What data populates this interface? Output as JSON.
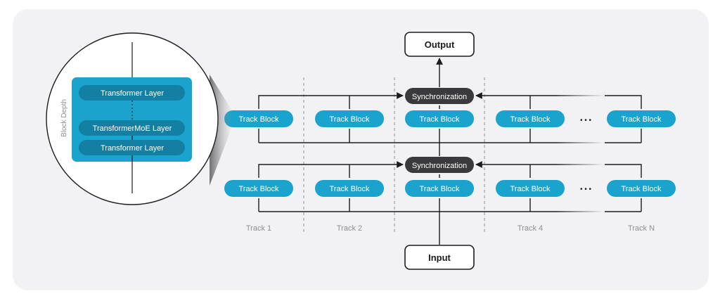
{
  "diagram": {
    "output_label": "Output",
    "input_label": "Input",
    "sync_label": "Synchronization",
    "track_block_label": "Track Block",
    "ellipsis": "• • •",
    "track_labels": [
      "Track 1",
      "Track 2",
      "Track 4",
      "Track N"
    ],
    "zoom": {
      "axis_label": "Block Depth",
      "layers": [
        "Transformer Layer",
        "TransformerMoE Layer",
        "Transformer Layer"
      ]
    },
    "colors": {
      "panel_bg": "#f2f2f4",
      "block_fill": "#1aa3cc",
      "block_text": "#ffffff",
      "layer_fill": "#137fa3",
      "sync_fill": "#3a3a3c",
      "line": "#1c1c1e",
      "track_label": "#8e8e93"
    }
  }
}
